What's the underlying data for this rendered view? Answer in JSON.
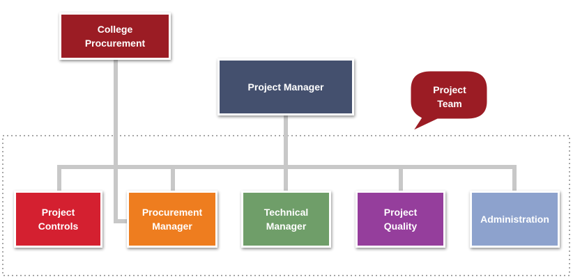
{
  "diagram": {
    "colors": {
      "connector": "#c8c8c8",
      "team_border": "#a6a6a6",
      "college_procurement": "#9b1c24",
      "project_manager": "#44506e",
      "project_controls": "#d42030",
      "procurement_manager": "#ee7d1f",
      "technical_manager": "#6f9e69",
      "project_quality": "#953e9c",
      "administration": "#8da2cd",
      "bubble": "#9b1c24"
    },
    "nodes": {
      "college_procurement": {
        "line1": "College",
        "line2": "Procurement"
      },
      "project_manager": {
        "label": "Project Manager"
      },
      "project_controls": {
        "line1": "Project",
        "line2": "Controls"
      },
      "procurement_manager": {
        "line1": "Procurement",
        "line2": "Manager"
      },
      "technical_manager": {
        "line1": "Technical",
        "line2": "Manager"
      },
      "project_quality": {
        "line1": "Project",
        "line2": "Quality"
      },
      "administration": {
        "label": "Administration"
      }
    },
    "team_callout": {
      "line1": "Project",
      "line2": "Team"
    }
  }
}
